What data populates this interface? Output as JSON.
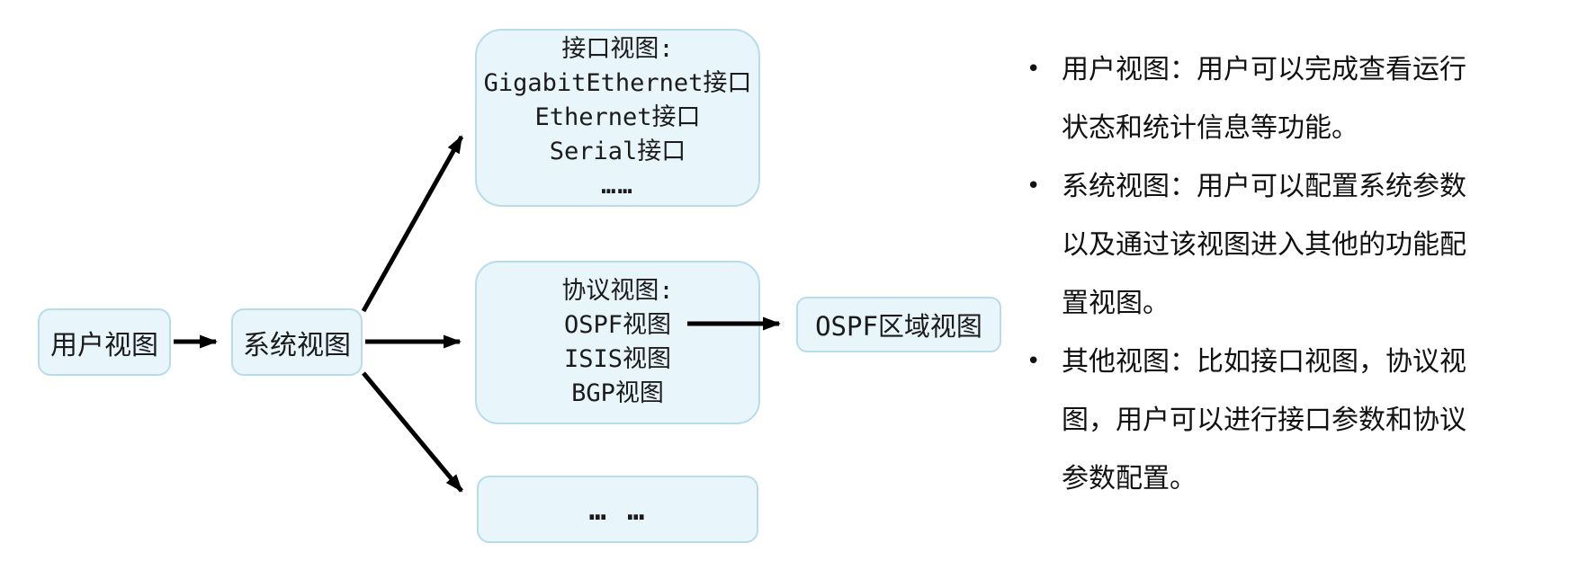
{
  "diagram": {
    "nodes": {
      "user_view": {
        "label": "用户视图"
      },
      "system_view": {
        "label": "系统视图"
      },
      "interface_view": {
        "lines": [
          "接口视图:",
          "GigabitEthernet接口",
          "Ethernet接口",
          "Serial接口",
          "……"
        ]
      },
      "protocol_view": {
        "lines": [
          "协议视图:",
          "OSPF视图",
          "ISIS视图",
          "BGP视图"
        ]
      },
      "other_views": {
        "label": "… …"
      },
      "ospf_area_view": {
        "label": "OSPF区域视图"
      }
    },
    "colors": {
      "node_fill": "#e8f5fa",
      "node_border": "#b8dcea",
      "arrow": "#000000",
      "text": "#1b1b1b"
    }
  },
  "notes": {
    "bullet_char": "•",
    "bullets": [
      {
        "lines": [
          "用户视图：用户可以完成查看运行",
          "状态和统计信息等功能。"
        ]
      },
      {
        "lines": [
          "系统视图：用户可以配置系统参数",
          "以及通过该视图进入其他的功能配",
          "置视图。"
        ]
      },
      {
        "lines": [
          "其他视图：比如接口视图，协议视",
          "图，用户可以进行接口参数和协议",
          "参数配置。"
        ]
      }
    ]
  }
}
